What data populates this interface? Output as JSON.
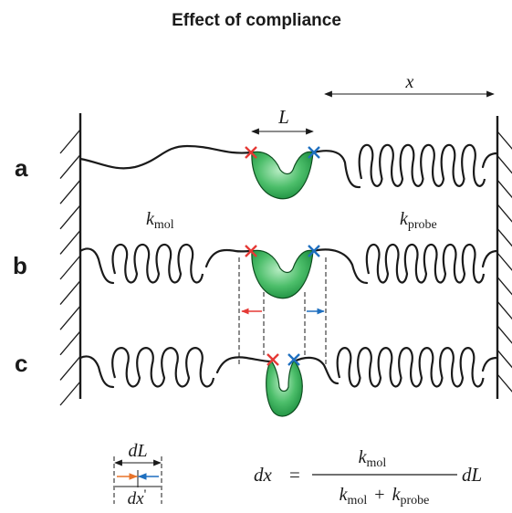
{
  "title": "Effect of compliance",
  "row_labels": [
    "a",
    "b",
    "c"
  ],
  "labels": {
    "L": "L",
    "x": "x",
    "k_mol_base": "k",
    "k_mol_sub": "mol",
    "k_probe_base": "k",
    "k_probe_sub": "probe",
    "dL": "dL",
    "dx": "dx"
  },
  "formula": {
    "lhs": "dx",
    "equals": "=",
    "num_base": "k",
    "num_sub": "mol",
    "den_k1_base": "k",
    "den_k1_sub": "mol",
    "plus": "+",
    "den_k2_base": "k",
    "den_k2_sub": "probe",
    "rhs": "dL"
  },
  "colors": {
    "ink": "#1a1a1a",
    "protein_light": "#8fd8a0",
    "protein_dark": "#1f9a44",
    "marker_red": "#e53935",
    "marker_blue": "#1e6fbf",
    "marker_orange": "#e8742a"
  }
}
